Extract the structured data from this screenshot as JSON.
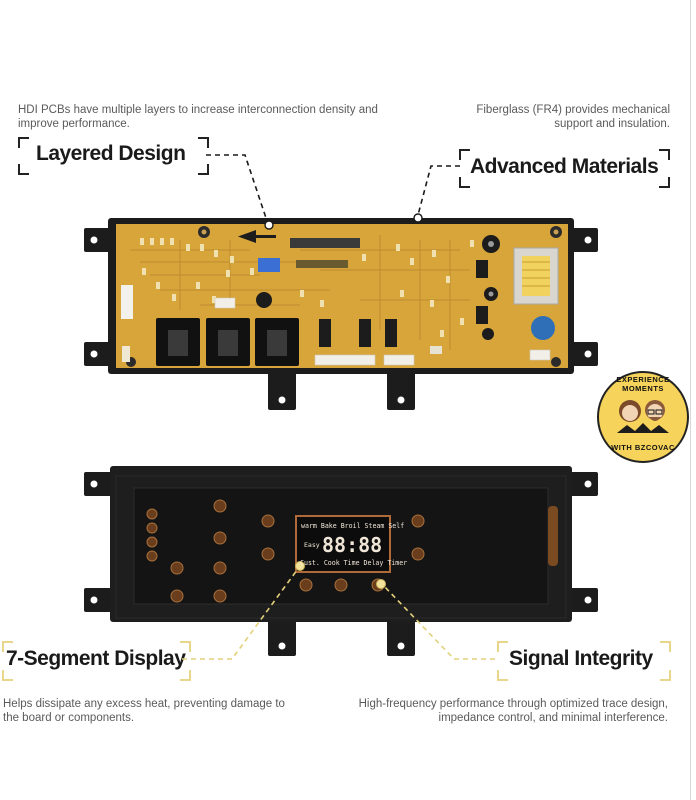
{
  "features": {
    "layered": {
      "title": "Layered Design",
      "description": "HDI PCBs have multiple layers to increase interconnection density and improve performance."
    },
    "materials": {
      "title": "Advanced Materials",
      "description": "Fiberglass (FR4) provides mechanical support and insulation."
    },
    "display": {
      "title": "7-Segment Display",
      "description": "Helps dissipate any excess heat, preventing damage to the board or components."
    },
    "signal": {
      "title": "Signal Integrity",
      "description": "High-frequency performance through optimized trace design, impedance control, and minimal interference."
    }
  },
  "display_panel": {
    "modes": "warm Bake Broil Steam Self",
    "easy": "Easy",
    "digits": "88:88",
    "functions": "Cust. Cook Time Delay Timer"
  },
  "badge": {
    "top": "EXPERIENCE MOMENTS",
    "bottom": "WITH BZCOVAC"
  },
  "colors": {
    "pcb": "#d7a53a",
    "board_frame": "#1c1c1c",
    "bracket_dark": "#222222",
    "bracket_light": "#e8d68a",
    "badge": "#f6d35a"
  }
}
